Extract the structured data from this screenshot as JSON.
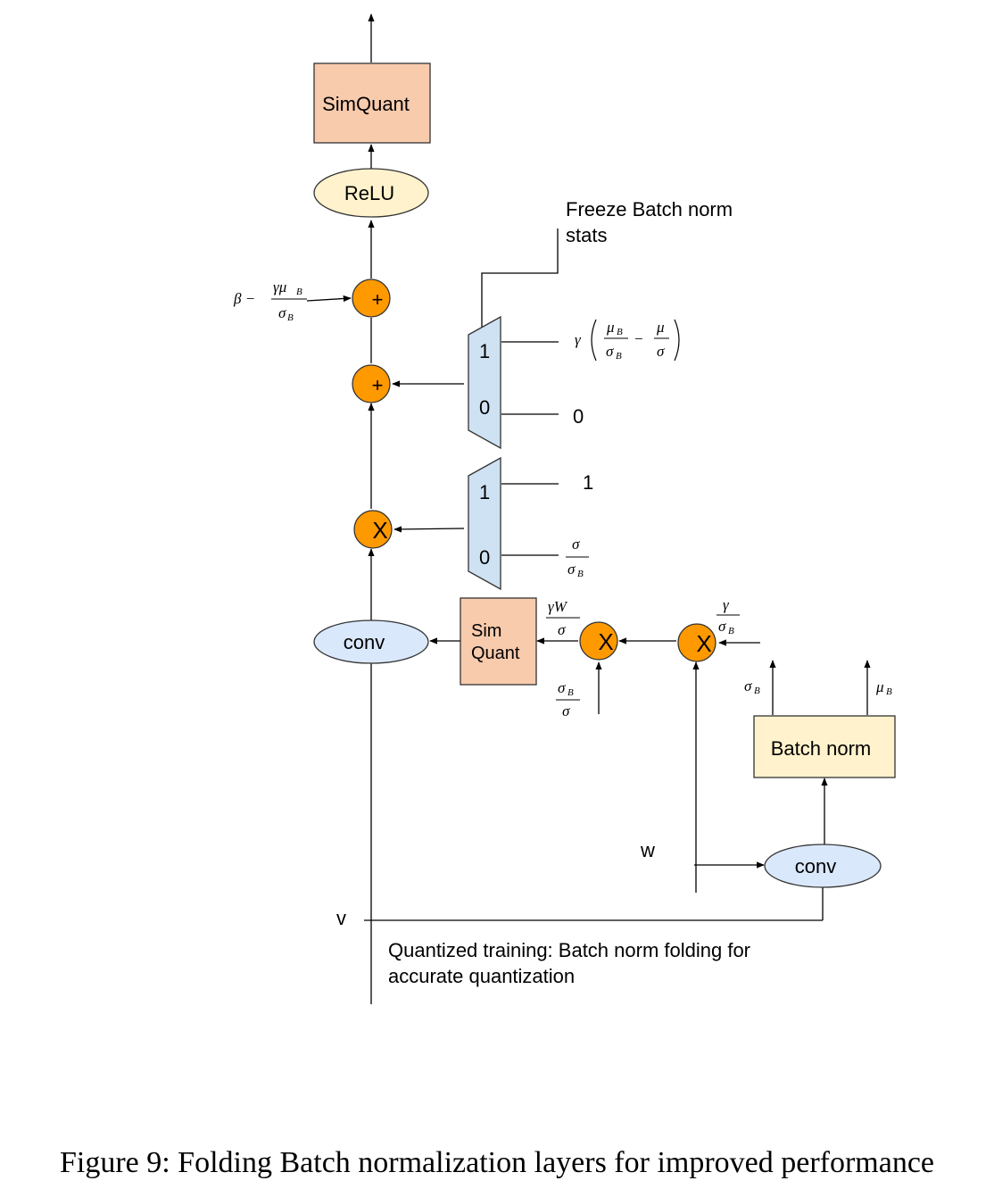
{
  "nodes": {
    "simquant_top": "SimQuant",
    "relu": "ReLU",
    "sim_quant_mid_line1": "Sim",
    "sim_quant_mid_line2": "Quant",
    "conv_left": "conv",
    "conv_right": "conv",
    "batch_norm": "Batch norm",
    "add_symbol": "+",
    "mul_symbol": "X"
  },
  "mux_top": {
    "in1": "1",
    "in0": "0"
  },
  "mux_bottom": {
    "in1": "1",
    "in0": "0"
  },
  "labels": {
    "freeze_line1": "Freeze Batch norm",
    "freeze_line2": "stats",
    "zero_input": "0",
    "one_input": "1",
    "w_input": "w",
    "v_input": "v",
    "note_line1": "Quantized training: Batch norm folding for",
    "note_line2": "accurate quantization"
  },
  "math": {
    "beta_minus": "β −",
    "gamma_mu_b": "γμ",
    "sigma_b": "σ",
    "sub_b": "B",
    "gamma": "γ",
    "mu": "μ",
    "sigma": "σ",
    "minus": "−",
    "gamma_w": "γW"
  },
  "caption": "Figure 9: Folding Batch normalization layers for improved performance"
}
